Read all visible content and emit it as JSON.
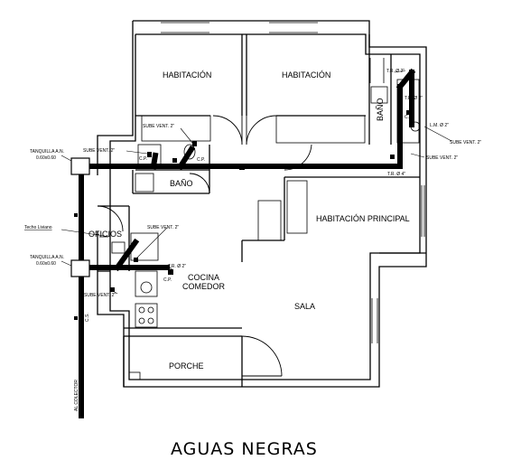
{
  "drawing_title": "AGUAS NEGRAS",
  "rooms": {
    "habitacion_1": "HABITACIÓN",
    "habitacion_2": "HABITACIÓN",
    "bano_right": "BAÑO",
    "bano_left": "BAÑO",
    "habitacion_principal": "HABITACIÓN PRINCIPAL",
    "oficios": "OFICIOS",
    "cocina": "COCINA",
    "comedor": "COMEDOR",
    "sala": "SALA",
    "porche": "PORCHE"
  },
  "annotations": {
    "sube_vent_1": "SUBE VENT. 2\"",
    "sube_vent_2": "SUBE VENT. 2\"",
    "sube_vent_3": "SUBE VENT. 2\"",
    "sube_vent_4": "SUBE VENT. 2\"",
    "sube_vent_5": "SUBE VENT. 2\"",
    "sube_vent_6": "SUBE VENT. 2\"",
    "tanquilla_1": "TANQUILLA A.N.",
    "tanquilla_1_dim": "0.60x0.60",
    "tanquilla_2": "TANQUILLA A.N.",
    "tanquilla_2_dim": "0.60x0.60",
    "techo_liviano": "Techo Liviano",
    "tr_1": "T.R. Ø 2\"",
    "tr_2": "T.R. Ø 2\"",
    "tr_3": "T.R. Ø 2\"",
    "tr_4": "T.R. Ø 4\"",
    "lm": "L.M. Ø 2\"",
    "cp_1": "C.P.",
    "cp_2": "C.P.",
    "cp_3": "C.P.",
    "cp_4": "C.P.",
    "al_colector": "AL COLECTOR",
    "cs": "C.S."
  },
  "colors": {
    "line": "#000000",
    "background": "#ffffff"
  }
}
